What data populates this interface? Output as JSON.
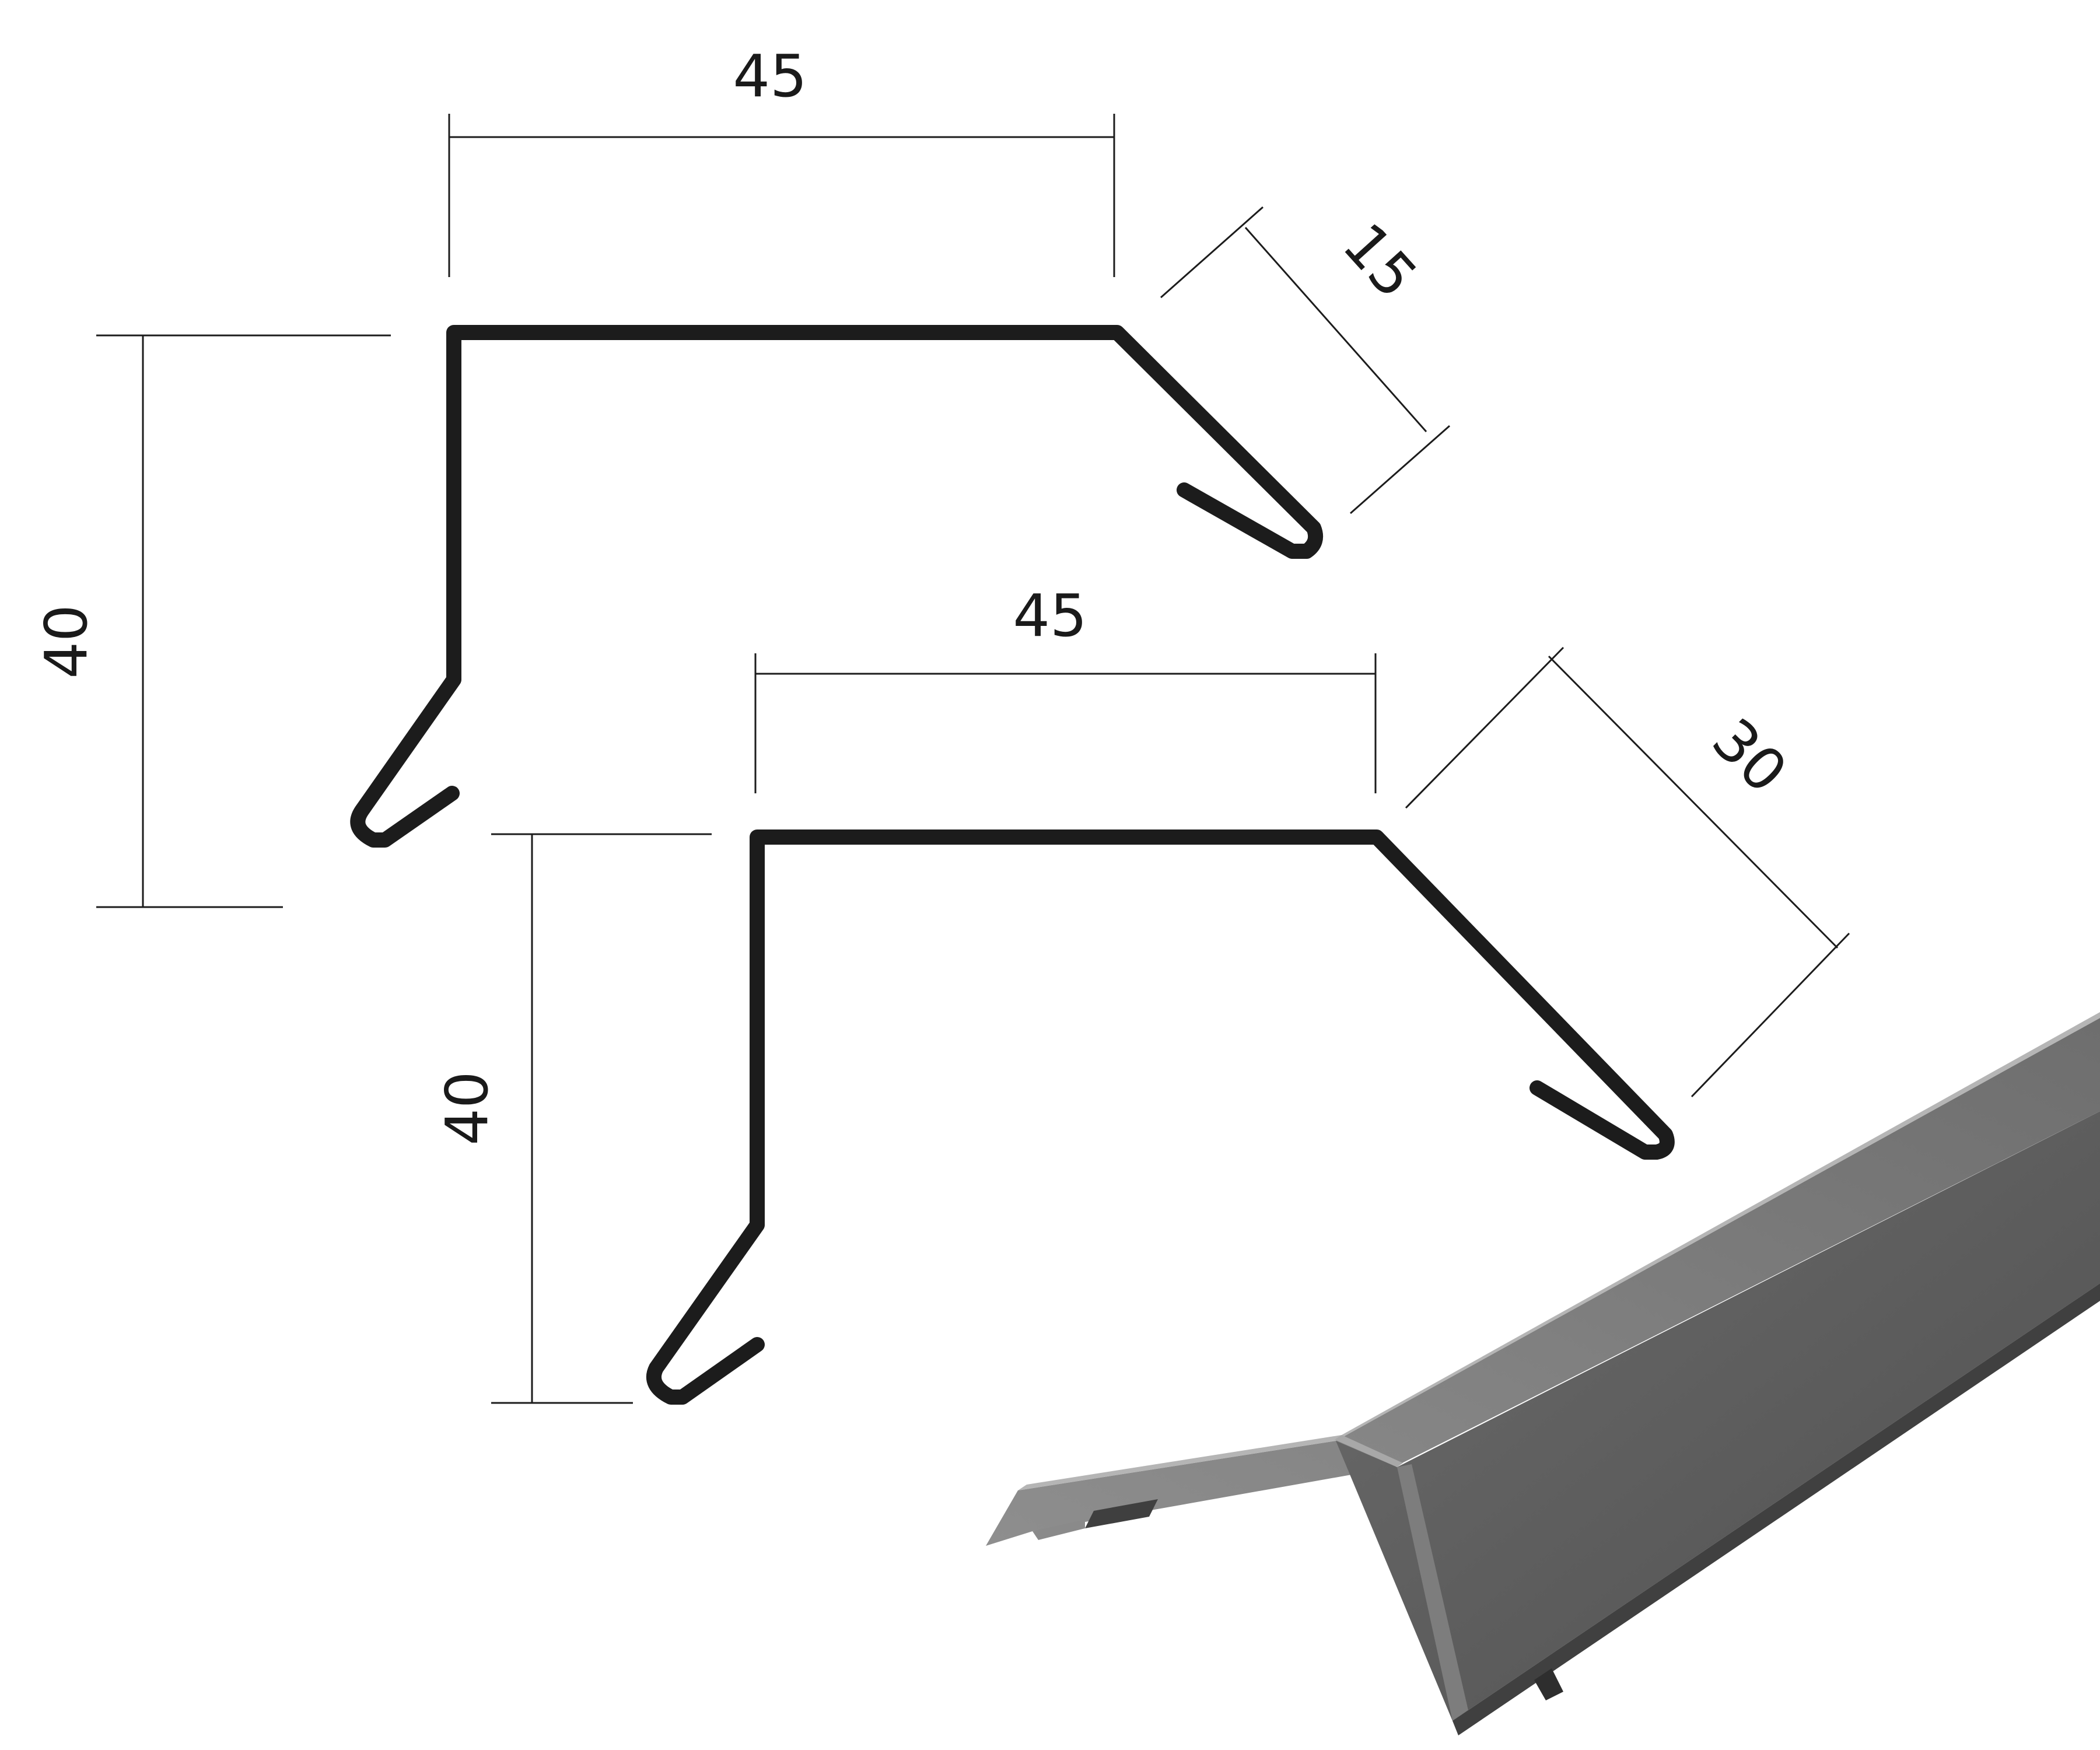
{
  "profile_top": {
    "width_label": "45",
    "height_label": "40",
    "slope_label": "15"
  },
  "profile_bottom": {
    "width_label": "45",
    "height_label": "40",
    "slope_label": "30"
  },
  "colors": {
    "stroke": "#1c1c1c",
    "metal_light": "#9a9a9a",
    "metal_dark": "#5e5e5e"
  }
}
